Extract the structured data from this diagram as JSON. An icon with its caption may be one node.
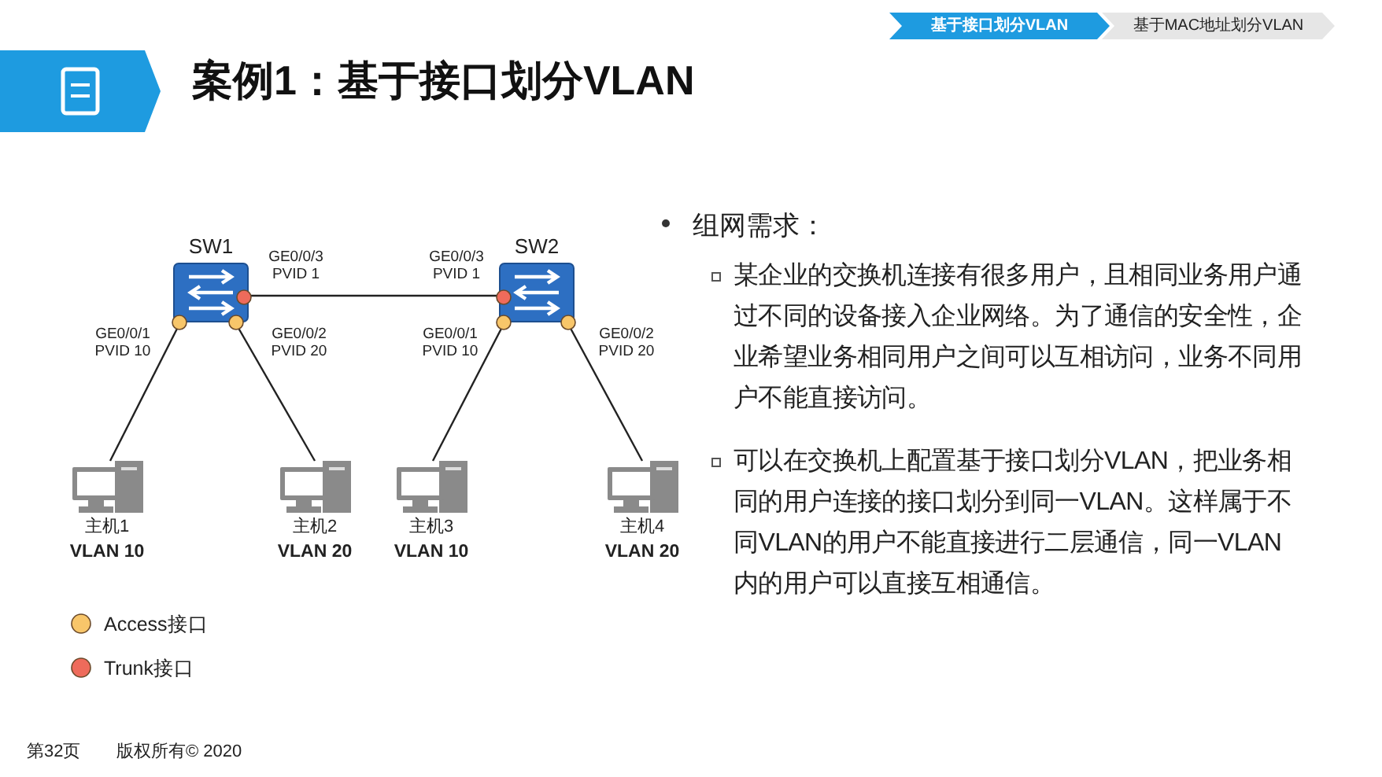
{
  "diagram": {
    "title": "案例1：基于接口划分VLAN",
    "nodes": [
      {
        "text": [
          "SW1"
        ],
        "beside": [
          "GE0/0/1 PVID 10",
          "GE0/0/2 PVID 20",
          "GE0/0/3 PVID 1"
        ]
      },
      {
        "text": [
          "SW2"
        ],
        "beside": [
          "GE0/0/3 PVID 1",
          "GE0/0/1 PVID 10",
          "GE0/0/2 PVID 20"
        ]
      },
      {
        "text": [
          "主机1",
          "VLAN 10"
        ]
      },
      {
        "text": [
          "主机2",
          "VLAN 20"
        ]
      },
      {
        "text": [
          "主机3",
          "VLAN 10"
        ]
      },
      {
        "text": [
          "主机4",
          "VLAN 20"
        ]
      },
      {
        "text": [
          "基于接口划分VLAN"
        ]
      },
      {
        "text": [
          "基于MAC地址划分VLAN"
        ]
      }
    ],
    "edges": [
      {
        "from": 0,
        "to": 1,
        "arrow": "none"
      },
      {
        "from": 0,
        "to": 2,
        "arrow": "none"
      },
      {
        "from": 0,
        "to": 3,
        "arrow": "none"
      },
      {
        "from": 1,
        "to": 4,
        "arrow": "none"
      },
      {
        "from": 1,
        "to": 5,
        "arrow": "none"
      }
    ],
    "labels": [
      "组网需求：",
      "某企业的交换机连接有很多用户，且相同业务用户通过不同的设备接入企业网络。为了通信的安全性，企业希望业务相同用户之间可以互相访问，业务不同用户不能直接访问。",
      "可以在交换机上配置基于接口划分VLAN，把业务相同的用户连接的接口划分到同一VLAN。这样属于不同VLAN的用户不能直接进行二层通信，同一VLAN内的用户可以直接互相通信。",
      "第32页",
      "版权所有© 2020"
    ],
    "legend": [
      {
        "text": "Access接口",
        "color": "#f8c66a"
      },
      {
        "text": "Trunk接口",
        "color": "#ee6b5b"
      }
    ]
  }
}
